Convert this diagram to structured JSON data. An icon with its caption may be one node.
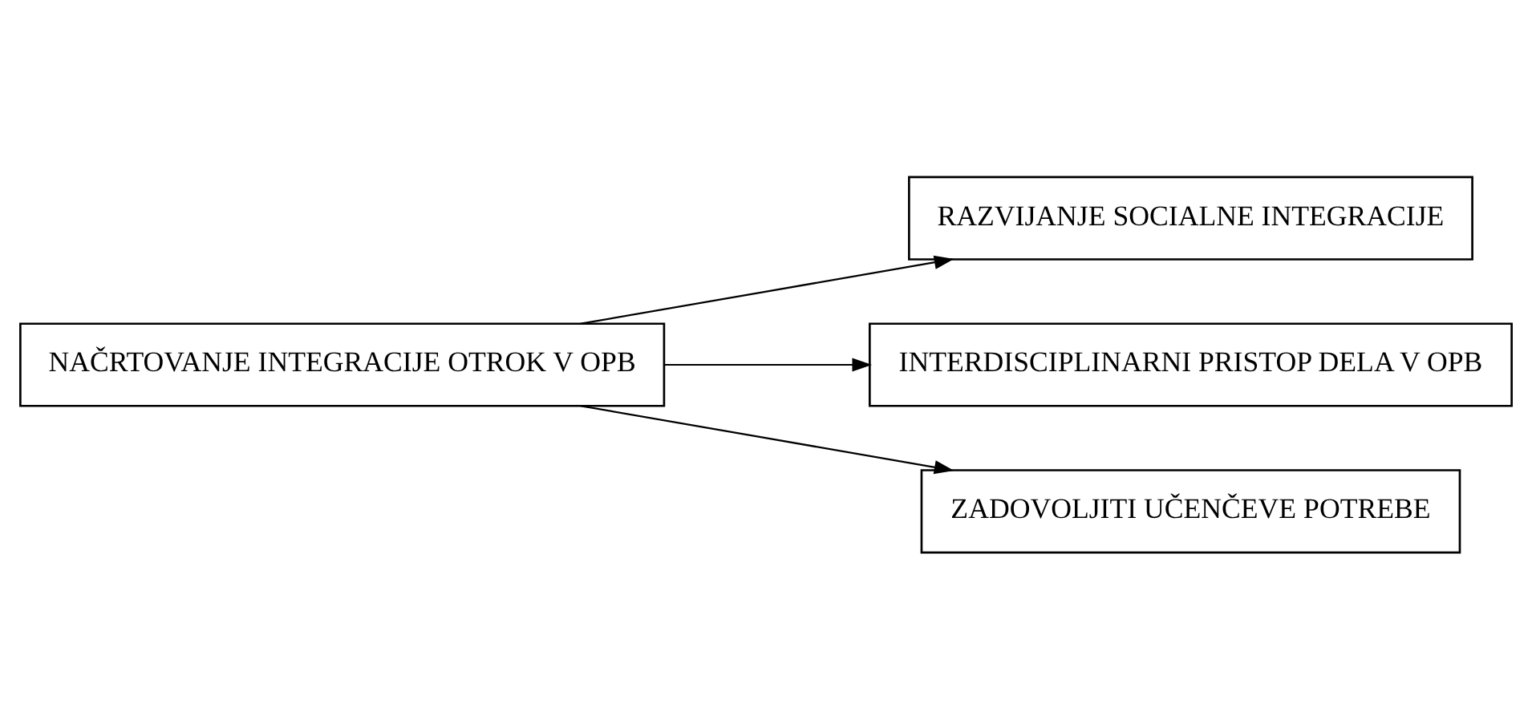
{
  "diagram": {
    "nodes": [
      {
        "text": [
          "NAČRTOVANJE INTEGRACIJE OTROK V OPB"
        ]
      },
      {
        "text": [
          "RAZVIJANJE SOCIALNE INTEGRACIJE"
        ]
      },
      {
        "text": [
          "INTERDISCIPLINARNI PRISTOP DELA V OPB"
        ]
      },
      {
        "text": [
          "ZADOVOLJITI UČENČEVE POTREBE"
        ]
      }
    ],
    "edges": [
      {
        "from": 0,
        "to": 1,
        "arrow": "to"
      },
      {
        "from": 0,
        "to": 2,
        "arrow": "to"
      },
      {
        "from": 0,
        "to": 3,
        "arrow": "to"
      }
    ]
  }
}
